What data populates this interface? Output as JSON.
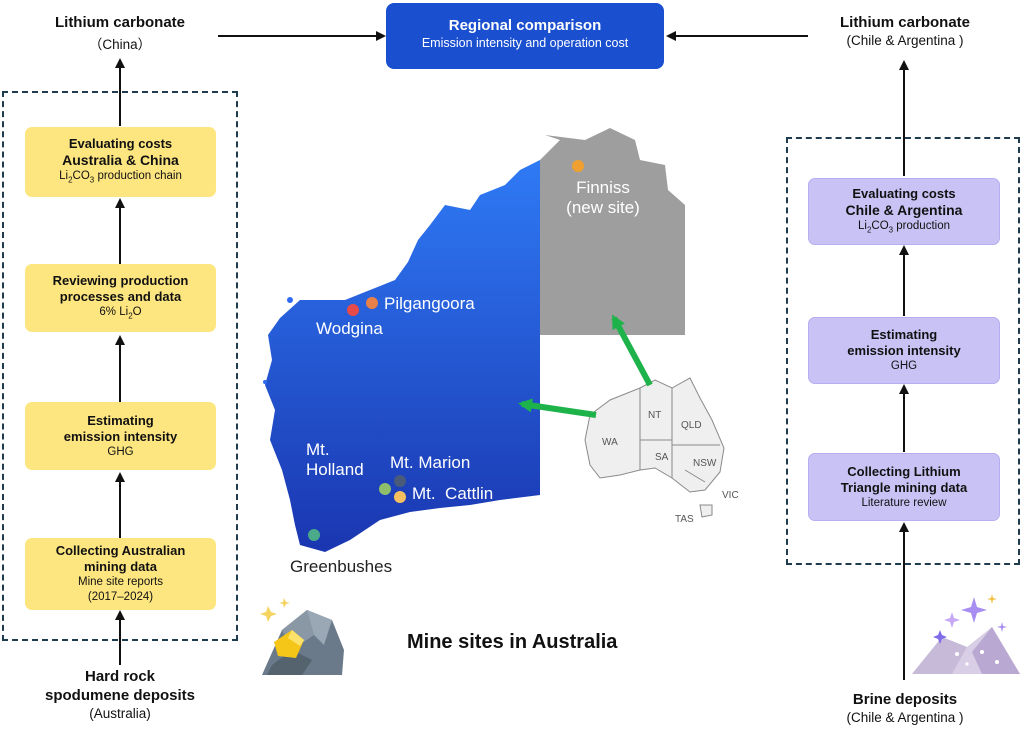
{
  "header": {
    "title": "Regional comparison",
    "subtitle": "Emission intensity and operation cost"
  },
  "left": {
    "top_title": "Lithium carbonate",
    "top_sub": "（China）",
    "bottom_title_1": "Hard rock",
    "bottom_title_2": "spodumene deposits",
    "bottom_sub": "(Australia)",
    "boxes": [
      {
        "line1": "Evaluating costs",
        "line2": "Australia & China",
        "sub": "Li2CO3 production chain"
      },
      {
        "line1": "Reviewing production",
        "line2": "processes and data",
        "sub": "6% Li2O"
      },
      {
        "line1": "Estimating",
        "line2": "emission intensity",
        "sub": "GHG"
      },
      {
        "line1": "Collecting Australian",
        "line2": "mining data",
        "sub": "Mine site reports",
        "sub2": "(2017–2024)"
      }
    ]
  },
  "right": {
    "top_title": "Lithium carbonate",
    "top_sub": "(Chile & Argentina )",
    "bottom_title": "Brine deposits",
    "bottom_sub": "(Chile & Argentina )",
    "boxes": [
      {
        "line1": "Evaluating costs",
        "line2": "Chile & Argentina",
        "sub": "Li2CO3 production"
      },
      {
        "line1": "Estimating",
        "line2": "emission intensity",
        "sub": "GHG"
      },
      {
        "line1": "Collecting Lithium",
        "line2": "Triangle mining data",
        "sub": "Literature review"
      }
    ]
  },
  "map": {
    "caption": "Mine sites in Australia",
    "sites": [
      {
        "name": "Finniss",
        "note": "(new site)",
        "color": "#f0a030"
      },
      {
        "name": "Pilgangoora",
        "color": "#e8804a"
      },
      {
        "name": "Wodgina",
        "color": "#e84a4a"
      },
      {
        "name": "Mt. Holland",
        "line1": "Mt.",
        "line2": "Holland",
        "color": "#8fbf6a"
      },
      {
        "name": "Mt. Marion",
        "color": "#4a5a7a"
      },
      {
        "name": "Mt.  Cattlin",
        "color": "#f5c060"
      },
      {
        "name": "Greenbushes",
        "color": "#4aaa8a"
      }
    ],
    "states": [
      "WA",
      "NT",
      "QLD",
      "SA",
      "NSW",
      "VIC",
      "TAS"
    ]
  },
  "colors": {
    "header_bg": "#1a4fd0",
    "yellow_box": "#fde680",
    "purple_box": "#c9c3f5",
    "map_blue_top": "#2a6af0",
    "map_blue_bottom": "#1e3fb8",
    "map_grey": "#9e9e9e",
    "arrow_green": "#1db34a"
  }
}
